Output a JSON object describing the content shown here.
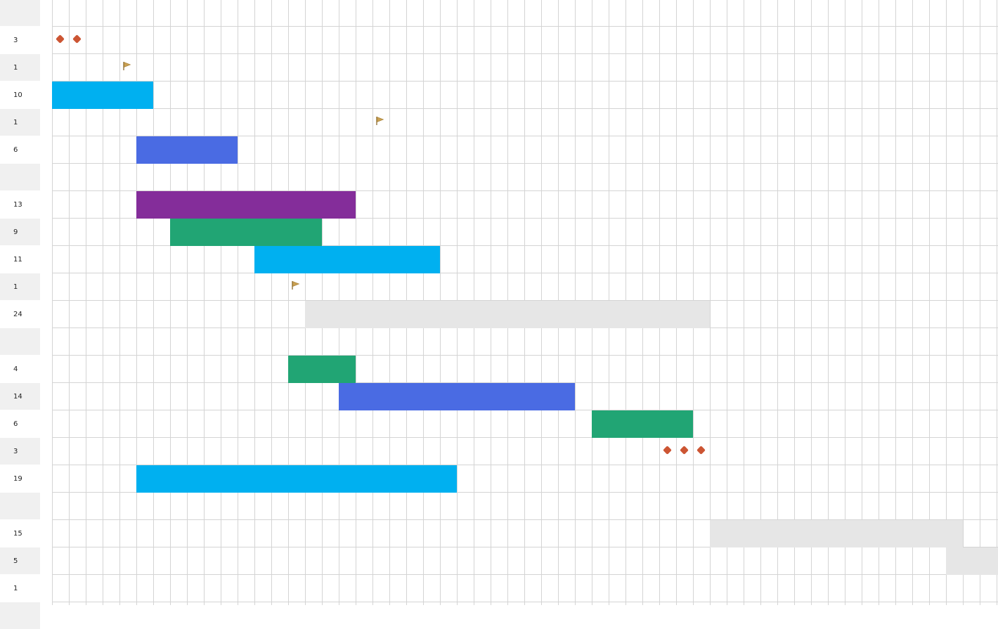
{
  "chart_data": {
    "type": "gantt",
    "colors": {
      "cyan": "#00b0f0",
      "blue": "#4a6be3",
      "purple": "#842d9a",
      "green": "#21a574",
      "gray": "#e6e6e6",
      "milestone": "#cc5533",
      "flag": "#c9a052"
    },
    "rows": [
      {
        "label": "",
        "kind": "none"
      },
      {
        "label": "3",
        "kind": "diamonds",
        "starts": [
          0,
          1
        ]
      },
      {
        "label": "1",
        "kind": "flag",
        "start": 4
      },
      {
        "label": "10",
        "kind": "bar",
        "start": 0,
        "span": 6,
        "color": "cyan"
      },
      {
        "label": "1",
        "kind": "flag",
        "start": 19
      },
      {
        "label": "6",
        "kind": "bar",
        "start": 5,
        "span": 6,
        "color": "blue"
      },
      {
        "label": "",
        "kind": "none"
      },
      {
        "label": "13",
        "kind": "bar",
        "start": 5,
        "span": 13,
        "color": "purple"
      },
      {
        "label": "9",
        "kind": "bar",
        "start": 7,
        "span": 9,
        "color": "green"
      },
      {
        "label": "11",
        "kind": "bar",
        "start": 12,
        "span": 11,
        "color": "cyan"
      },
      {
        "label": "1",
        "kind": "flag",
        "start": 14
      },
      {
        "label": "24",
        "kind": "bar",
        "start": 15,
        "span": 24,
        "color": "gray"
      },
      {
        "label": "",
        "kind": "none"
      },
      {
        "label": "4",
        "kind": "bar",
        "start": 14,
        "span": 4,
        "color": "green"
      },
      {
        "label": "14",
        "kind": "bar",
        "start": 17,
        "span": 14,
        "color": "blue"
      },
      {
        "label": "6",
        "kind": "bar",
        "start": 32,
        "span": 6,
        "color": "green"
      },
      {
        "label": "3",
        "kind": "diamonds",
        "starts": [
          36,
          37,
          38
        ]
      },
      {
        "label": "19",
        "kind": "bar",
        "start": 5,
        "span": 19,
        "color": "cyan"
      },
      {
        "label": "",
        "kind": "none"
      },
      {
        "label": "15",
        "kind": "bar",
        "start": 39,
        "span": 15,
        "color": "gray"
      },
      {
        "label": "5",
        "kind": "bar",
        "start": 53,
        "span": 5,
        "color": "gray"
      },
      {
        "label": "1",
        "kind": "none"
      },
      {
        "label": "",
        "kind": "none"
      }
    ]
  }
}
